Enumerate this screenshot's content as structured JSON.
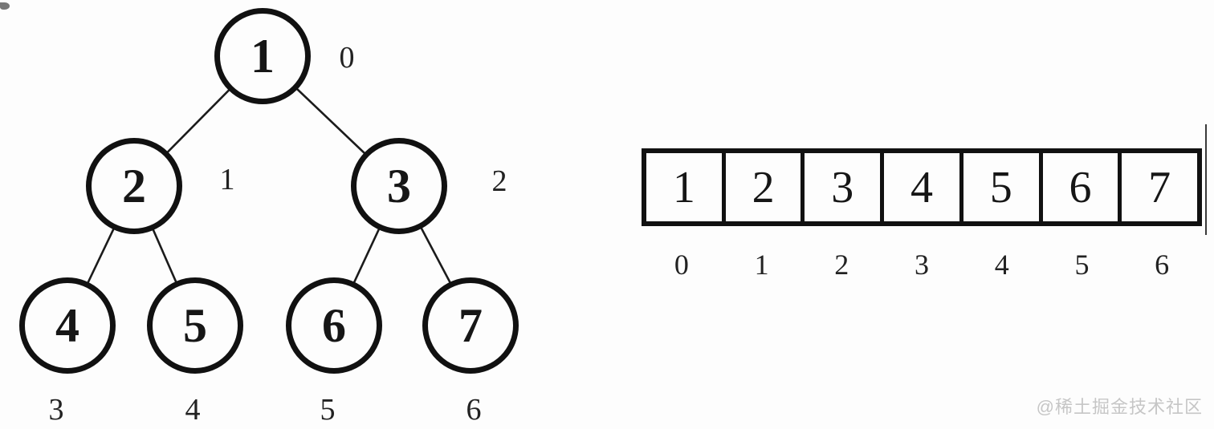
{
  "colors": {
    "ink": "#1b1b1b",
    "background": "#fdfdfd",
    "watermark": "#c6c6c6"
  },
  "tree": {
    "nodes": [
      {
        "value": "1",
        "index": "0"
      },
      {
        "value": "2",
        "index": "1"
      },
      {
        "value": "3",
        "index": "2"
      },
      {
        "value": "4",
        "index": "3"
      },
      {
        "value": "5",
        "index": "4"
      },
      {
        "value": "6",
        "index": "5"
      },
      {
        "value": "7",
        "index": "6"
      }
    ]
  },
  "array": {
    "cells": [
      "1",
      "2",
      "3",
      "4",
      "5",
      "6",
      "7"
    ],
    "indices": [
      "0",
      "1",
      "2",
      "3",
      "4",
      "5",
      "6"
    ]
  },
  "watermark": {
    "text": "@稀土掘金技术社区"
  }
}
